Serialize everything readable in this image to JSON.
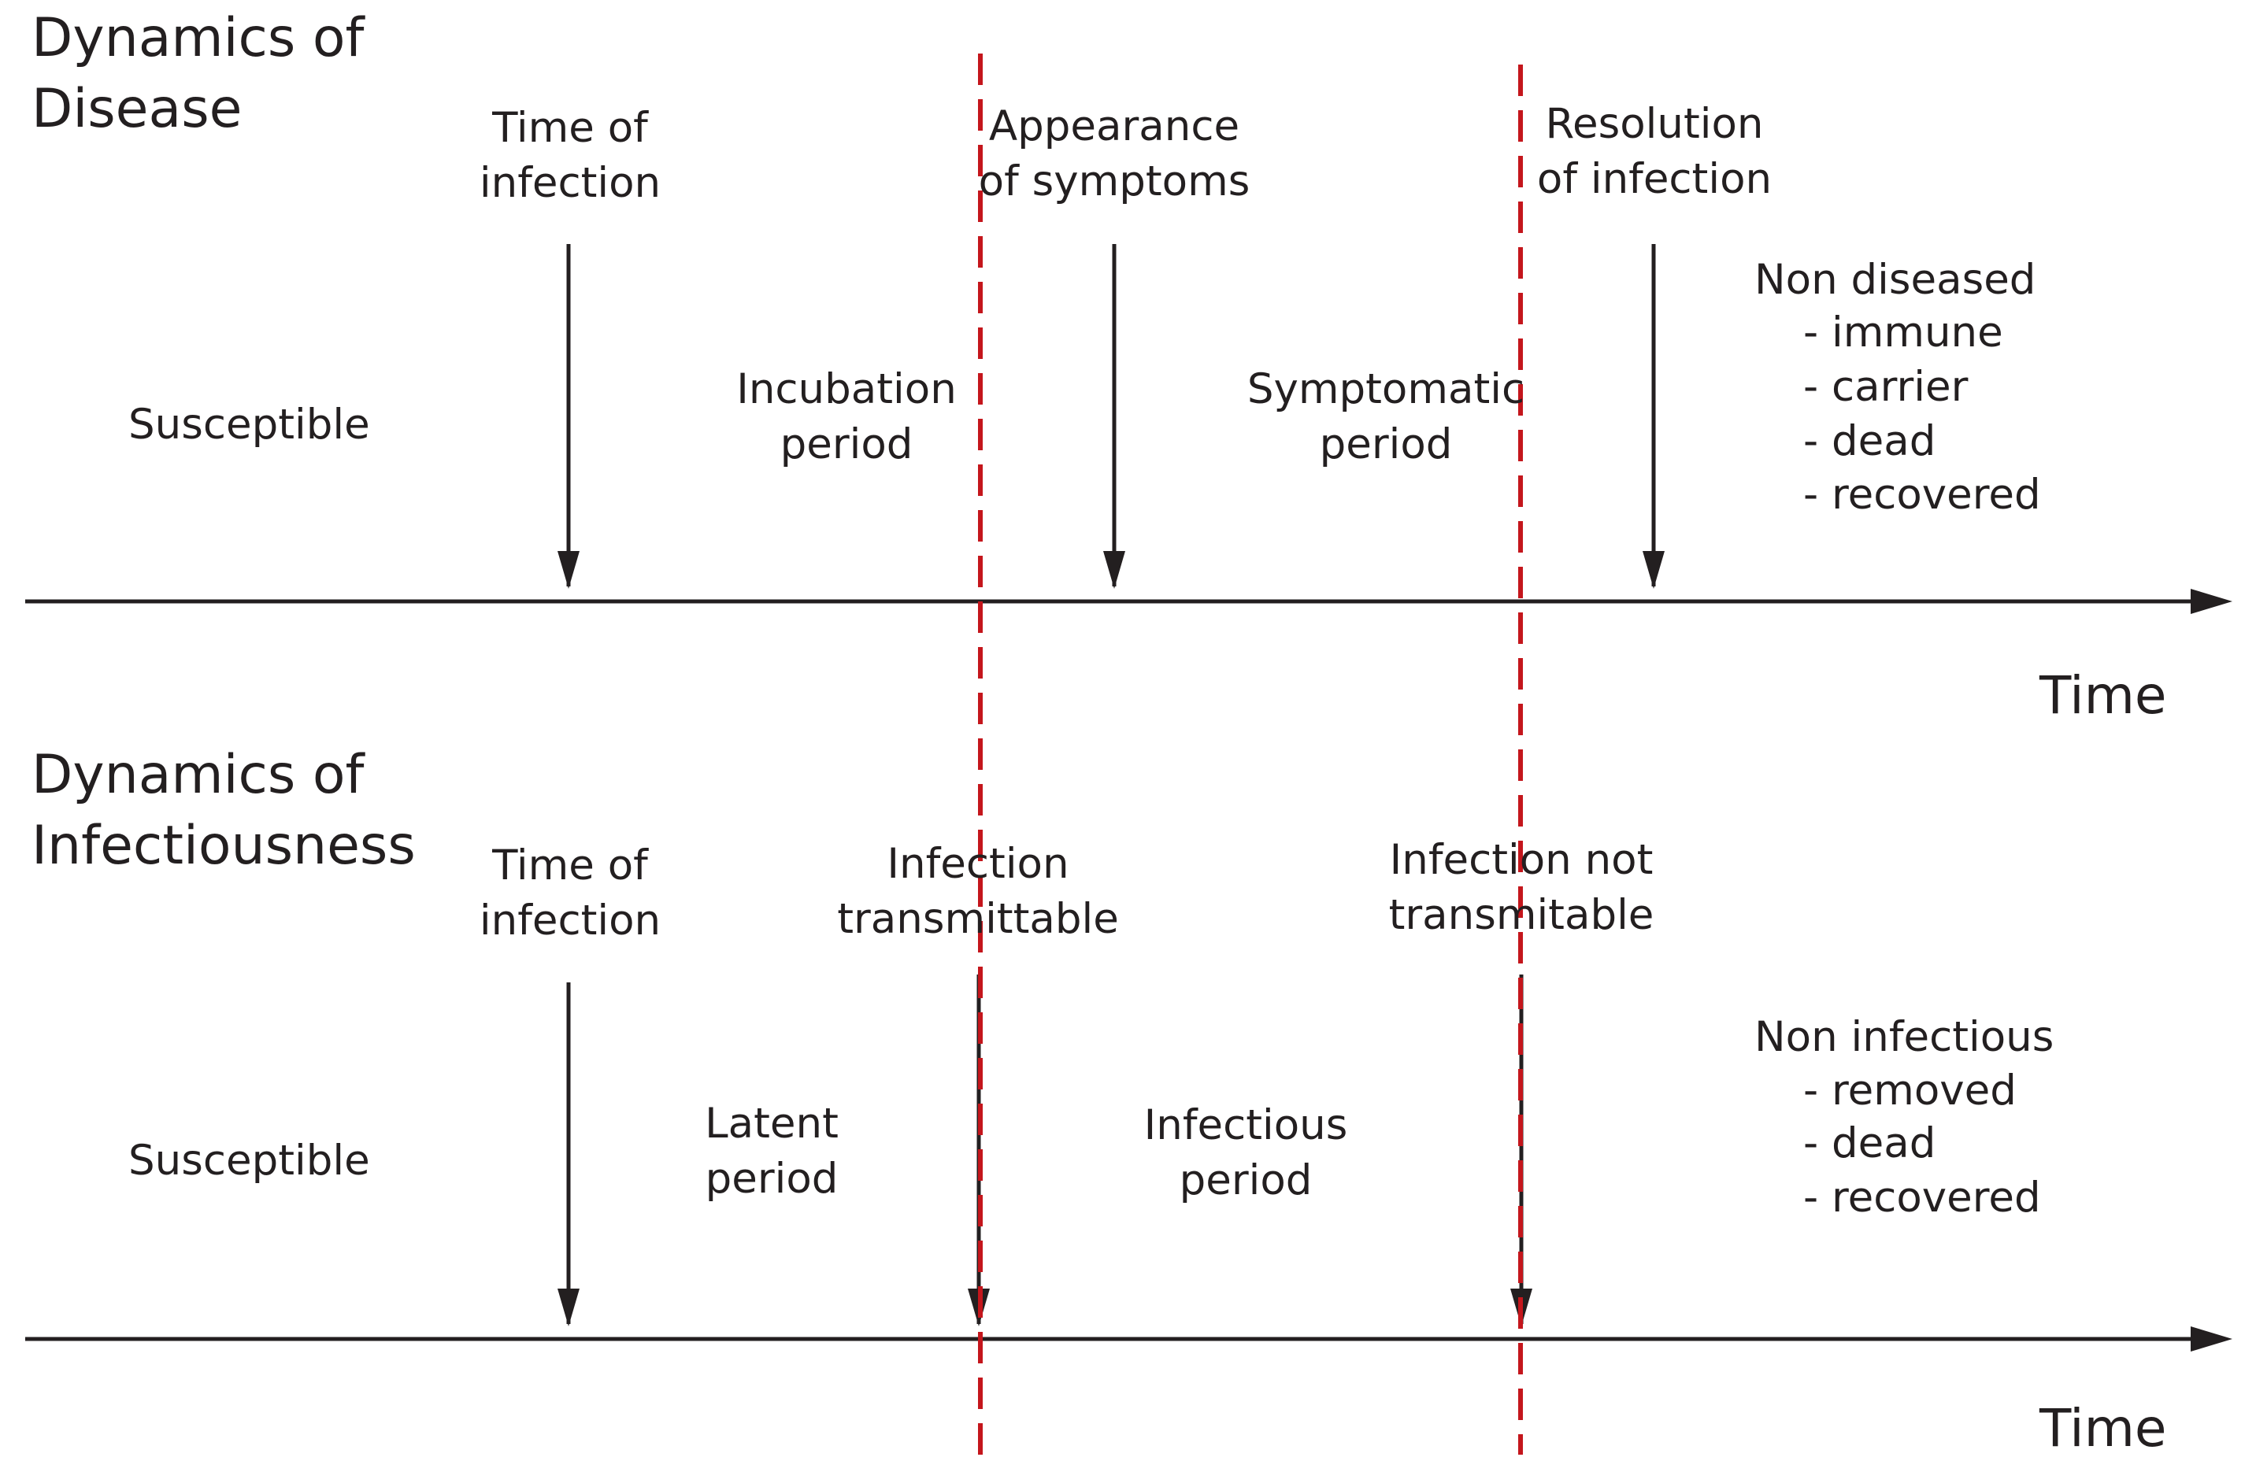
{
  "disease": {
    "title": "Dynamics of\nDisease",
    "time_of_infection": "Time of\ninfection",
    "appearance_of_symptoms": "Appearance\nof symptoms",
    "resolution_of_infection": "Resolution\nof infection",
    "susceptible": "Susceptible",
    "incubation_period": "Incubation\nperiod",
    "symptomatic_period": "Symptomatic\nperiod",
    "outcome_heading": "Non diseased",
    "outcomes": [
      "- immune",
      "- carrier",
      "- dead",
      "- recovered"
    ],
    "axis_label": "Time"
  },
  "infectiousness": {
    "title": "Dynamics of\nInfectiousness",
    "time_of_infection": "Time of\ninfection",
    "infection_transmittable": "Infection\ntransmittable",
    "infection_not_transmittable": "Infection not\ntransmitable",
    "susceptible": "Susceptible",
    "latent_period": "Latent\nperiod",
    "infectious_period": "Infectious\nperiod",
    "outcome_heading": "Non infectious",
    "outcomes": [
      "- removed",
      "- dead",
      "- recovered"
    ],
    "axis_label": "Time"
  },
  "colors": {
    "line": "#231f20",
    "dashed_boundary": "#c4161c"
  }
}
